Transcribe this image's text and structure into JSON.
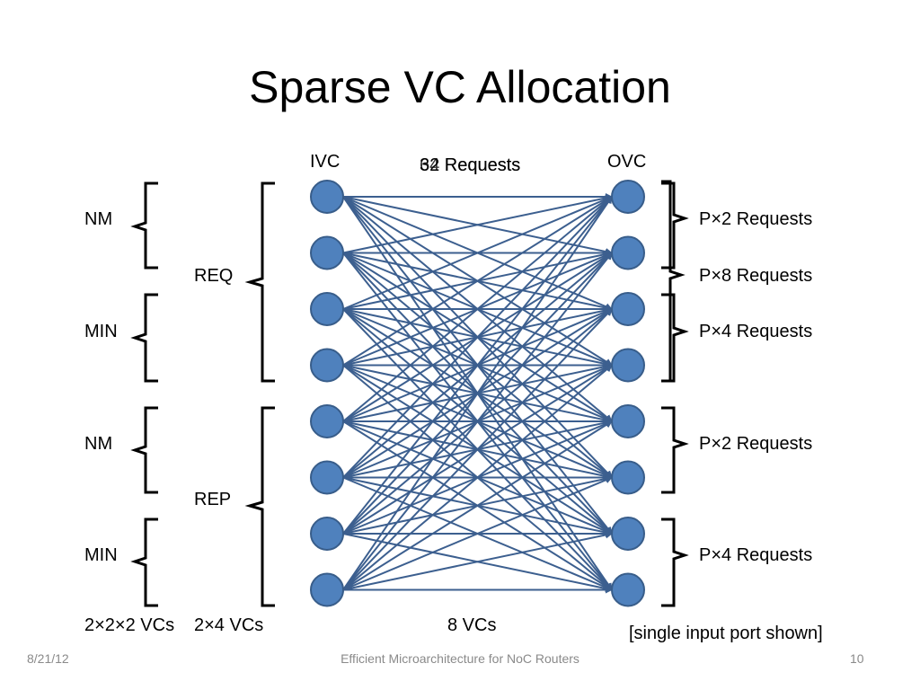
{
  "slide": {
    "title": "Sparse VC Allocation"
  },
  "diagram": {
    "ivc_label": "IVC",
    "ovc_label": "OVC",
    "top_caption_back": "64 Requests",
    "top_caption_front": "32 Requests",
    "left_outer_groups": [
      "NM",
      "MIN",
      "NM",
      "MIN"
    ],
    "left_inner_groups": [
      "REQ",
      "REP"
    ],
    "right_groups": [
      "P×2 Requests",
      "P×8 Requests",
      "P×4 Requests",
      "P×2 Requests",
      "P×4 Requests"
    ],
    "bottom_labels": {
      "outer": "2×2×2 VCs",
      "inner": "2×4 VCs",
      "center": "8 VCs",
      "note": "[single input port shown]"
    },
    "node_count_per_side": 8,
    "node_color": "#4f81bd",
    "edge_color": "#3c5f8f",
    "node_stroke": "#385d8a"
  },
  "footer": {
    "date": "8/21/12",
    "center": "Efficient Microarchitecture for NoC Routers",
    "page": "10"
  }
}
